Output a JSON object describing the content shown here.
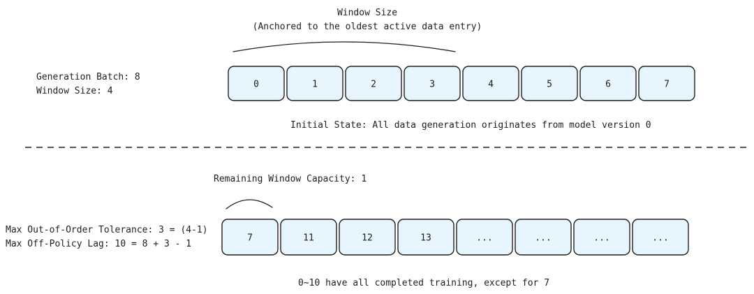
{
  "top": {
    "window_title": "Window Size",
    "window_subtitle": "(Anchored to the oldest active data entry)",
    "params": {
      "batch": "Generation Batch: 8",
      "window": "Window Size: 4"
    },
    "cells": [
      "0",
      "1",
      "2",
      "3",
      "4",
      "5",
      "6",
      "7"
    ],
    "caption": "Initial State: All data generation originates from model version 0"
  },
  "bottom": {
    "capacity_label": "Remaining Window Capacity: 1",
    "params": {
      "tolerance": "Max Out-of-Order Tolerance: 3 = (4-1)",
      "lag": "Max Off-Policy Lag: 10 = 8 + 3 - 1"
    },
    "cells": [
      "7",
      "11",
      "12",
      "13",
      "...",
      "...",
      "...",
      "..."
    ],
    "caption": "0~10 have all completed training, except for 7"
  },
  "colors": {
    "cell_fill": "#e7f5ff",
    "stroke": "#1e1e1e",
    "background": "#ffffff"
  }
}
